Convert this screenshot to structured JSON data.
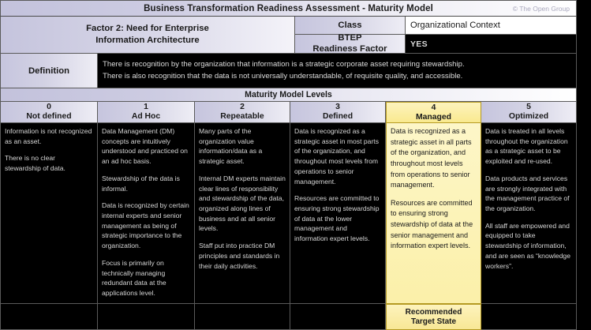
{
  "header": {
    "title": "Business Transformation Readiness Assessment - Maturity Model",
    "copyright": "© The Open Group"
  },
  "factor": {
    "name_line1": "Factor 2: Need for Enterprise",
    "name_line2": "Information Architecture",
    "class_label": "Class",
    "class_value": "Organizational Context",
    "btep_label_line1": "BTEP",
    "btep_label_line2": "Readiness Factor",
    "btep_value": "YES"
  },
  "definition": {
    "label": "Definition",
    "line1": "There is recognition by the organization that information is a strategic corporate asset requiring stewardship.",
    "line2": "There is also recognition that the data is not universally understandable, of requisite quality, and accessible."
  },
  "levels_band_label": "Maturity Model Levels",
  "levels": [
    {
      "number": "0",
      "name": "Not defined",
      "highlighted": false,
      "paragraphs": [
        "Information is not recognized as an asset.",
        "There is no clear stewardship of data."
      ],
      "footer": ""
    },
    {
      "number": "1",
      "name": "Ad Hoc",
      "highlighted": false,
      "paragraphs": [
        "Data Management (DM) concepts are intuitively understood and practiced on an ad hoc basis.",
        "Stewardship of the data is informal.",
        "Data is recognized by certain internal experts and senior management as being of strategic importance to the organization.",
        "Focus is primarily on technically managing redundant data at the applications level."
      ],
      "footer": ""
    },
    {
      "number": "2",
      "name": "Repeatable",
      "highlighted": false,
      "paragraphs": [
        "Many parts of the organization value information/data as a strategic asset.",
        "Internal DM experts maintain clear lines of responsibility and stewardship of the data, organized along lines of business and at all senior levels.",
        "Staff put into practice DM principles and standards in their daily activities."
      ],
      "footer": ""
    },
    {
      "number": "3",
      "name": "Defined",
      "highlighted": false,
      "paragraphs": [
        "Data is recognized as a strategic asset in most parts of the organization, and throughout most levels from operations to senior management.",
        "Resources are committed to ensuring strong stewardship of data at the lower management and information expert levels."
      ],
      "footer": ""
    },
    {
      "number": "4",
      "name": "Managed",
      "highlighted": true,
      "paragraphs": [
        "Data is recognized as a strategic asset in all parts of the organization, and throughout most levels from operations to senior management.",
        "Resources are committed to ensuring strong stewardship of data at the senior management and information expert levels."
      ],
      "footer_line1": "Recommended",
      "footer_line2": "Target State"
    },
    {
      "number": "5",
      "name": "Optimized",
      "highlighted": false,
      "paragraphs": [
        "Data is treated in all levels throughout the organization as a strategic asset to be exploited and re-used.",
        "Data products and services are strongly integrated with the management practice of the organization.",
        "All staff are empowered and equipped to take stewardship of information, and are seen as “knowledge workers”."
      ],
      "footer": ""
    }
  ],
  "colors": {
    "lavender": "#c5c4dd",
    "highlight_yellow": "#fbf0a9",
    "highlight_border": "#b59a22",
    "cell_background": "#000000",
    "grid_line": "#5a5a5a"
  }
}
